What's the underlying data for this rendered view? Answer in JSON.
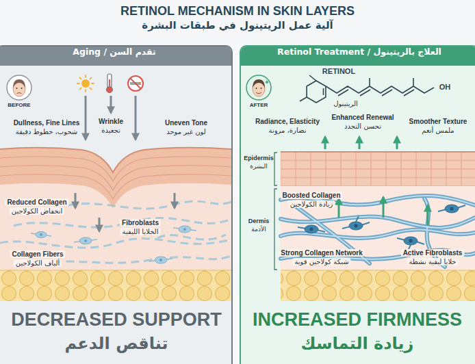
{
  "diagram": {
    "title": "RETINOL MECHANISM IN SKIN LAYERS",
    "nodes": [
      {
        "text": [
          "Aging / تقدم السن"
        ]
      },
      {
        "text": [
          "Retinol Treatment / العلاج بالريتينول"
        ]
      },
      {
        "text": [
          "BEFORE"
        ],
        "in": 0
      },
      {
        "text": [
          "AFTER"
        ],
        "in": 1
      }
    ],
    "labels": [
      "آلية عمل الريتينول في طبقات البشرة",
      "Dullness, Fine Lines",
      "شحوب، خطوط دقيقة",
      "Wrinkle",
      "تجعيدة",
      "Uneven Tone",
      "لون غير موحد",
      "Reduced Collagen",
      "انخفاض الكولاجين",
      "Fibroblasts",
      "الخلايا الليفية",
      "Collagen Fibers",
      "ألياف الكولاجين",
      "DECREASED SUPPORT",
      "تناقص الدعم",
      "RETINOL",
      "الريتينول",
      "OH",
      "Radiance, Elasticity",
      "نضارة، مرونة",
      "Enhanced Renewal",
      "تحسن التجدد",
      "Smoother Texture",
      "ملمس أنعم",
      "Epidermis",
      "البشرة",
      "Dermis",
      "الأدمة",
      "Boosted Collagen",
      "زيادة الكولاجين",
      "Strong Collagen Network",
      "شبكة كولاجين قوية",
      "Active Fibroblasts",
      "خلايا ليفية نشطة",
      "INCREASED FIRMNESS",
      "زيادة التماسك"
    ]
  }
}
